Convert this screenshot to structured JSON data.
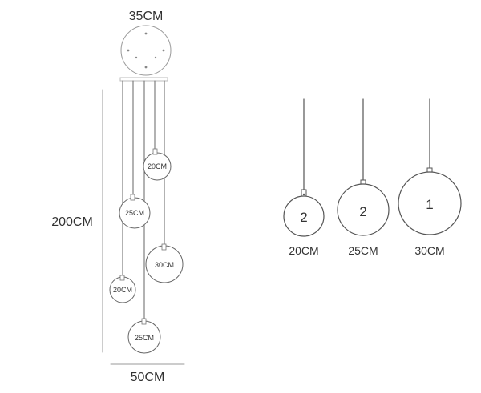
{
  "left_diagram": {
    "canopy_diameter_label": "35CM",
    "height_label": "200CM",
    "width_label": "50CM",
    "pendants": [
      {
        "label": "20CM"
      },
      {
        "label": "25CM"
      },
      {
        "label": "30CM"
      },
      {
        "label": "20CM"
      },
      {
        "label": "25CM"
      }
    ]
  },
  "right_diagram": {
    "globes": [
      {
        "quantity": "2",
        "size_label": "20CM"
      },
      {
        "quantity": "2",
        "size_label": "25CM"
      },
      {
        "quantity": "1",
        "size_label": "30CM"
      }
    ]
  },
  "colors": {
    "line": "#555555",
    "text": "#333333",
    "canopy": "#999999"
  }
}
